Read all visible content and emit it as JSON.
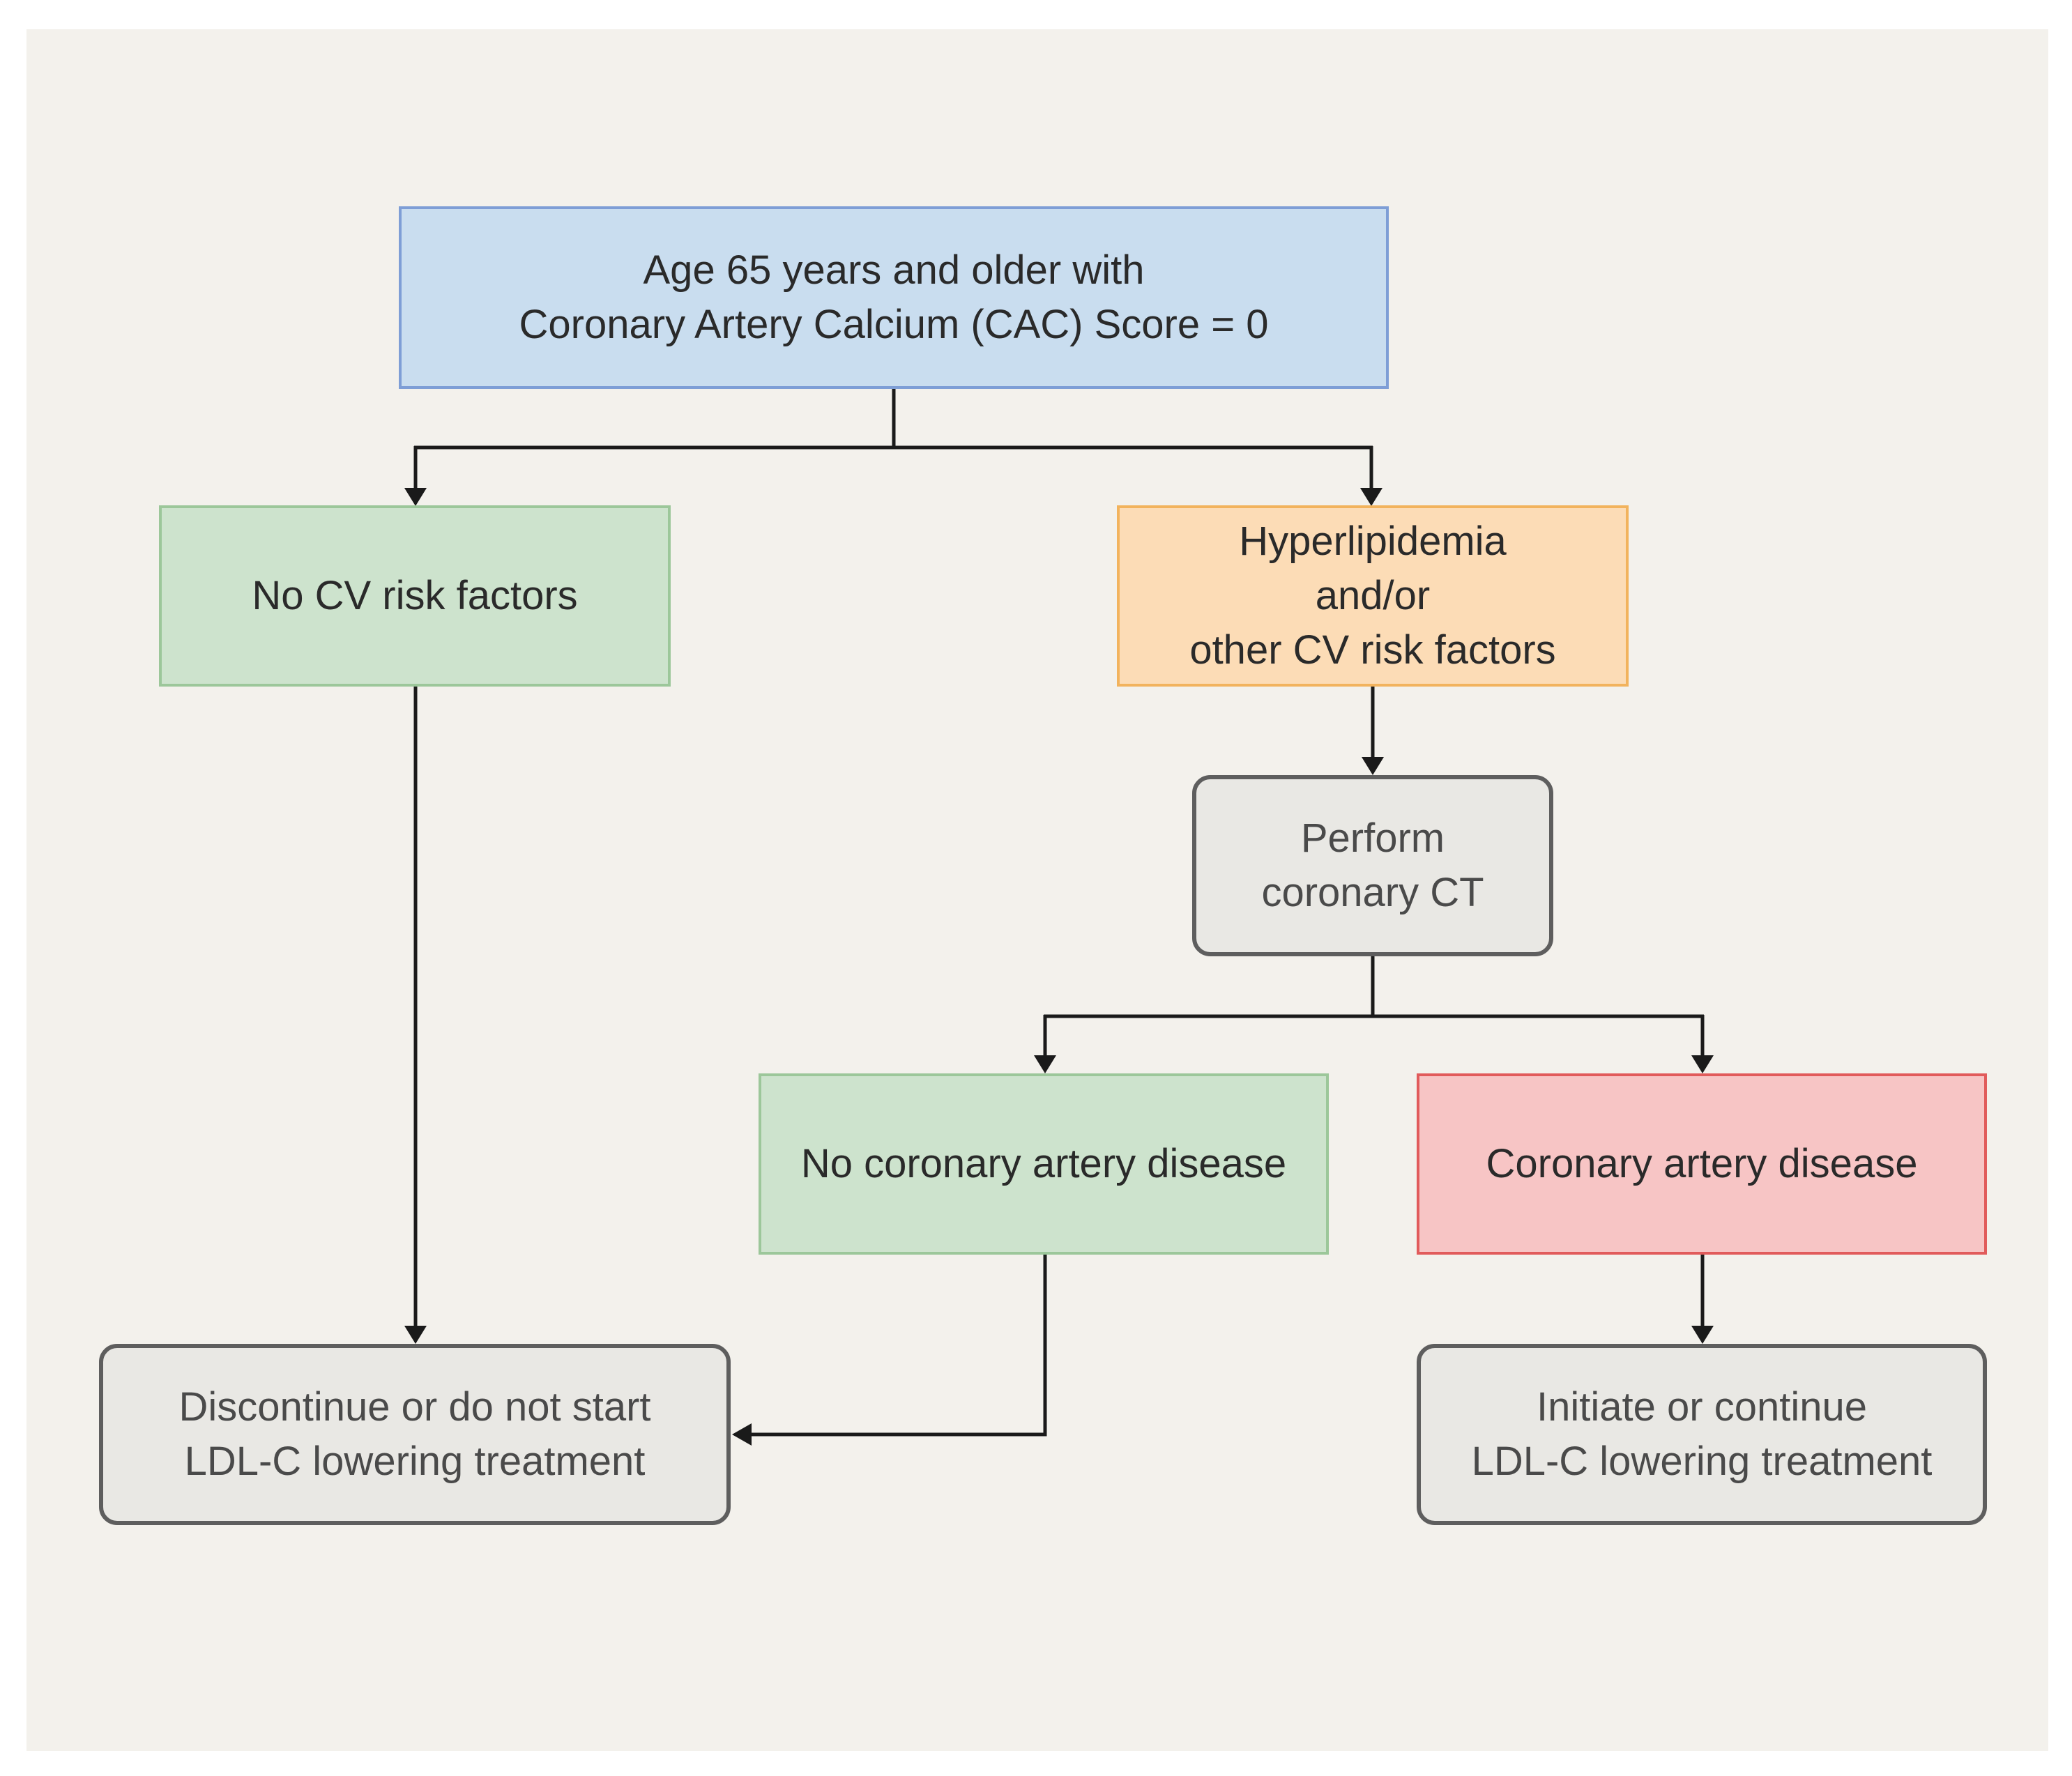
{
  "flowchart": {
    "start": {
      "line1": "Age 65 years and older with",
      "line2": "Coronary Artery Calcium (CAC) Score = 0"
    },
    "no_risk": {
      "line1": "No CV risk factors"
    },
    "hyperlipidemia": {
      "line1": "Hyperlipidemia",
      "line2": "and/or",
      "line3": "other CV risk factors"
    },
    "perform_ct": {
      "line1": "Perform",
      "line2": "coronary CT"
    },
    "no_cad": {
      "line1": "No coronary artery disease"
    },
    "cad": {
      "line1": "Coronary artery disease"
    },
    "discontinue": {
      "line1": "Discontinue or do not start",
      "line2": "LDL-C lowering treatment"
    },
    "initiate": {
      "line1": "Initiate or continue",
      "line2": "LDL-C lowering treatment"
    }
  },
  "colors": {
    "background": "#f3f1ec",
    "start_fill": "#c9ddef",
    "green_fill": "#cde3cd",
    "orange_fill": "#fcdcb6",
    "red_fill": "#f7c5c5",
    "gray_fill": "#e9e8e4",
    "connector": "#1a1a1a"
  }
}
